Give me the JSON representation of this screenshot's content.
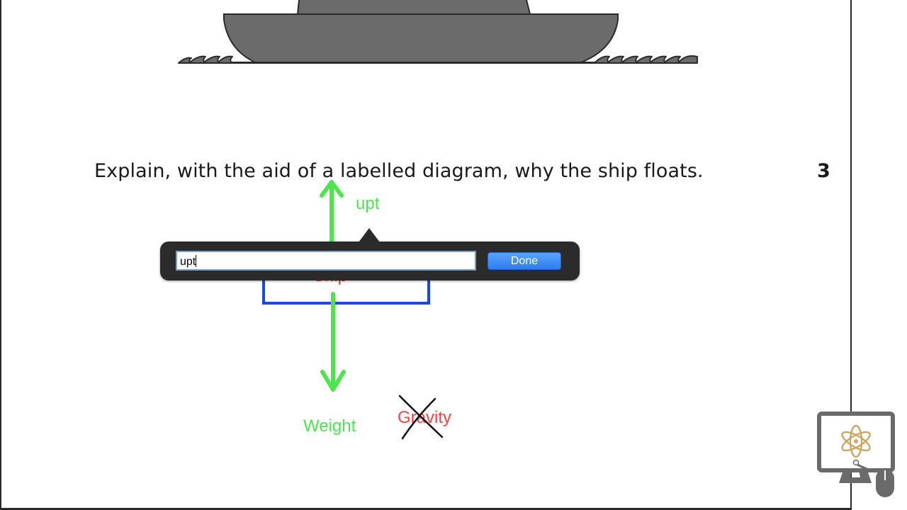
{
  "question": {
    "text": "Explain, with the aid of a labelled diagram, why the ship floats.",
    "marks": "3"
  },
  "diagram": {
    "up_label": "upt",
    "object_label": "Ship",
    "down_label": "Weight",
    "crossed_label": "Gravity"
  },
  "popover": {
    "input_value": "upt",
    "done_label": "Done"
  },
  "colors": {
    "force_arrow": "#4ee44e",
    "ship_box": "#1b47e8",
    "ship_label": "#c94a4a",
    "crossed_label": "#ee4444",
    "hull": "#6b6b6b",
    "popover_bg": "#2b2b2b",
    "done_button": "#3a86f5"
  },
  "icons": {
    "logo": "computer-atom-mouse-icon"
  }
}
